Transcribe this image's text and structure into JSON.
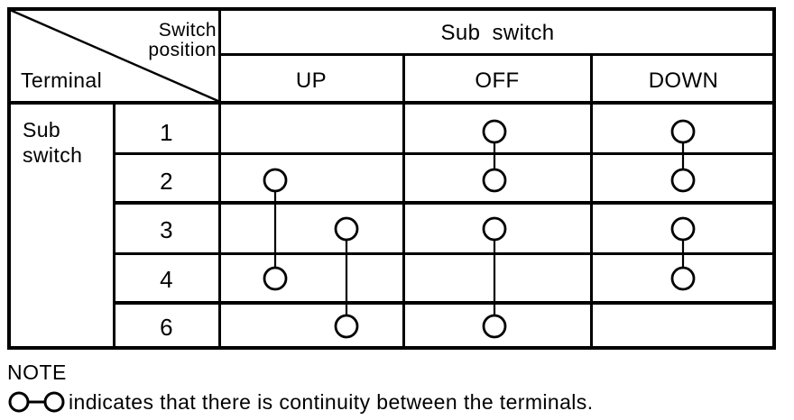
{
  "table": {
    "corner": {
      "top_label": "Switch position",
      "bottom_label": "Terminal"
    },
    "column_group_label": "Sub switch",
    "row_group_label": "Sub switch",
    "columns": [
      "UP",
      "OFF",
      "DOWN"
    ],
    "terminals": [
      "1",
      "2",
      "3",
      "4",
      "6"
    ],
    "continuity": [
      {
        "column": "UP",
        "from": "2",
        "to": "4",
        "align": "left"
      },
      {
        "column": "UP",
        "from": "3",
        "to": "6",
        "align": "right"
      },
      {
        "column": "OFF",
        "from": "1",
        "to": "2",
        "align": "center"
      },
      {
        "column": "OFF",
        "from": "3",
        "to": "6",
        "align": "center"
      },
      {
        "column": "DOWN",
        "from": "1",
        "to": "2",
        "align": "center"
      },
      {
        "column": "DOWN",
        "from": "3",
        "to": "4",
        "align": "center"
      }
    ],
    "ink_color": "#000000",
    "background_color": "#ffffff"
  },
  "note": {
    "title": "NOTE",
    "legend_symbol": "circle-line-circle",
    "legend_text": "indicates that there is continuity between the terminals."
  }
}
